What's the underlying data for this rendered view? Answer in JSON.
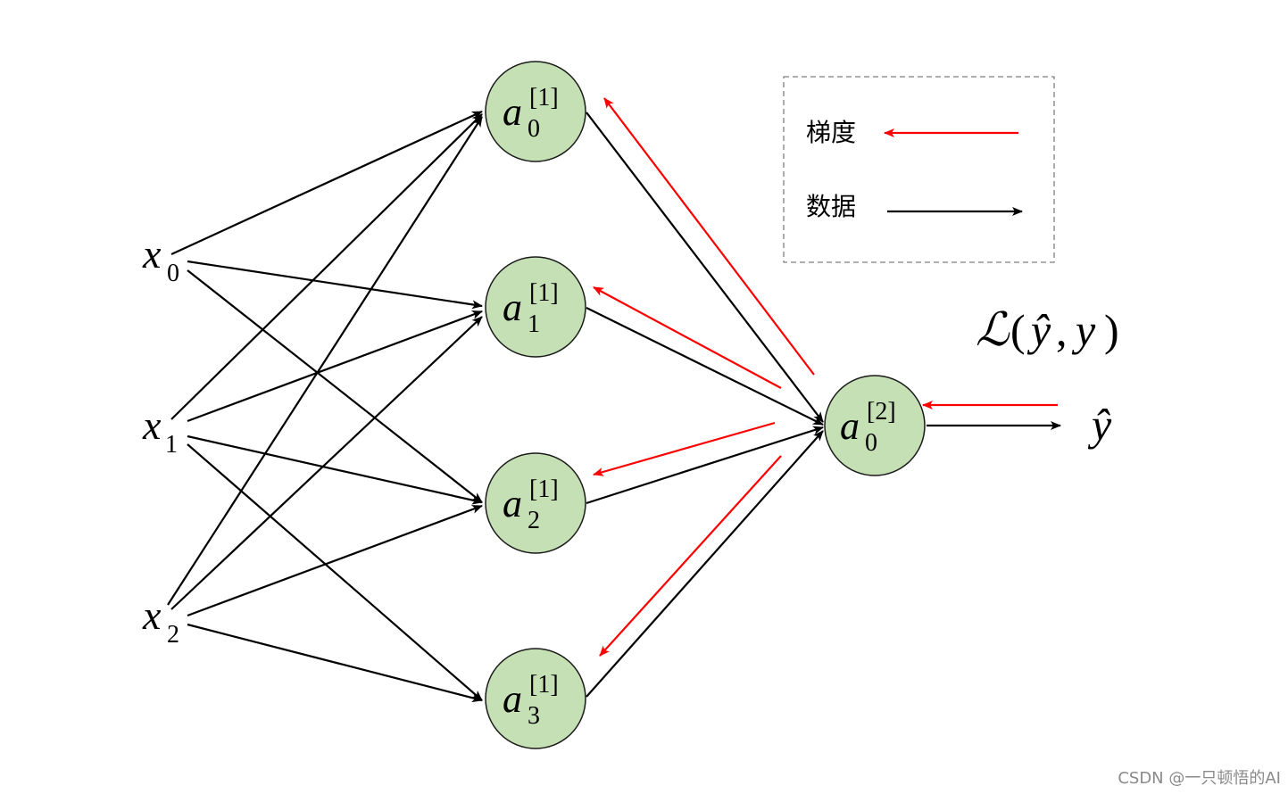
{
  "inputs": [
    {
      "base": "x",
      "sub": "0"
    },
    {
      "base": "x",
      "sub": "1"
    },
    {
      "base": "x",
      "sub": "2"
    }
  ],
  "hidden": [
    {
      "base": "a",
      "sub": "0",
      "sup": "[1]"
    },
    {
      "base": "a",
      "sub": "1",
      "sup": "[1]"
    },
    {
      "base": "a",
      "sub": "2",
      "sup": "[1]"
    },
    {
      "base": "a",
      "sub": "3",
      "sup": "[1]"
    }
  ],
  "output": {
    "base": "a",
    "sub": "0",
    "sup": "[2]"
  },
  "prediction": {
    "text": "ŷ"
  },
  "loss": {
    "script_L": "ℒ",
    "open_paren": "(",
    "yhat": "ŷ",
    "comma": ",",
    "y": "y",
    "close_paren": ")"
  },
  "legend": {
    "gradient_label": "梯度",
    "data_label": "数据"
  },
  "colors": {
    "node_fill": "#c5e0b4",
    "node_stroke": "#1a1a1a",
    "data_arrow": "#000000",
    "gradient_arrow": "#ff0000",
    "legend_border": "#7f7f7f"
  },
  "watermark": "CSDN @一只顿悟的AI"
}
